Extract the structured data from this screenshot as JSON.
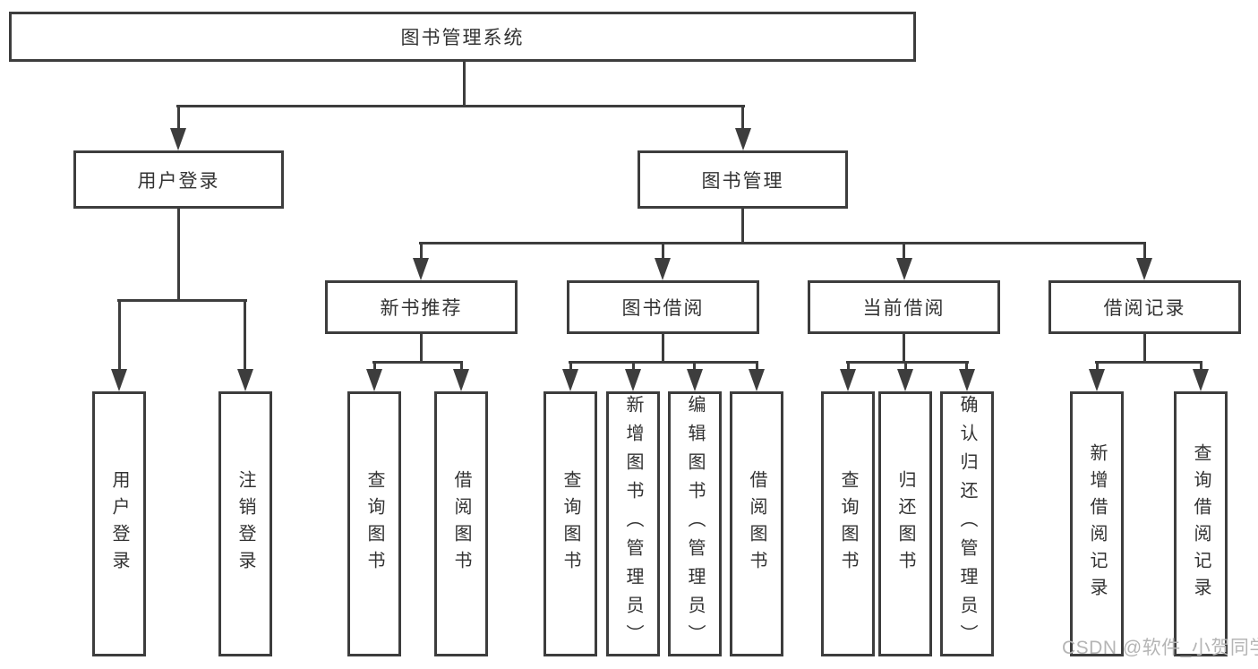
{
  "colors": {
    "line": "#3d3d3d",
    "text": "#333333",
    "watermark": "#b5b5b5",
    "background": "#ffffff"
  },
  "diagram": {
    "title": "图书管理系统",
    "level2": [
      {
        "label": "用户登录"
      },
      {
        "label": "图书管理"
      }
    ],
    "level3": [
      {
        "label": "新书推荐"
      },
      {
        "label": "图书借阅"
      },
      {
        "label": "当前借阅"
      },
      {
        "label": "借阅记录"
      }
    ],
    "leaves": {
      "user_login": [
        "用户登录",
        "注销登录"
      ],
      "new_book_recommend": [
        "查询图书",
        "借阅图书"
      ],
      "book_borrowing": [
        "查询图书",
        "新增图书（管理员）",
        "编辑图书（管理员）",
        "借阅图书"
      ],
      "current_borrowing": [
        "查询图书",
        "归还图书",
        "确认归还（管理员）"
      ],
      "borrowing_records": [
        "新增借阅记录",
        "查询借阅记录"
      ]
    },
    "watermark": "CSDN @软件_小贺同学"
  }
}
